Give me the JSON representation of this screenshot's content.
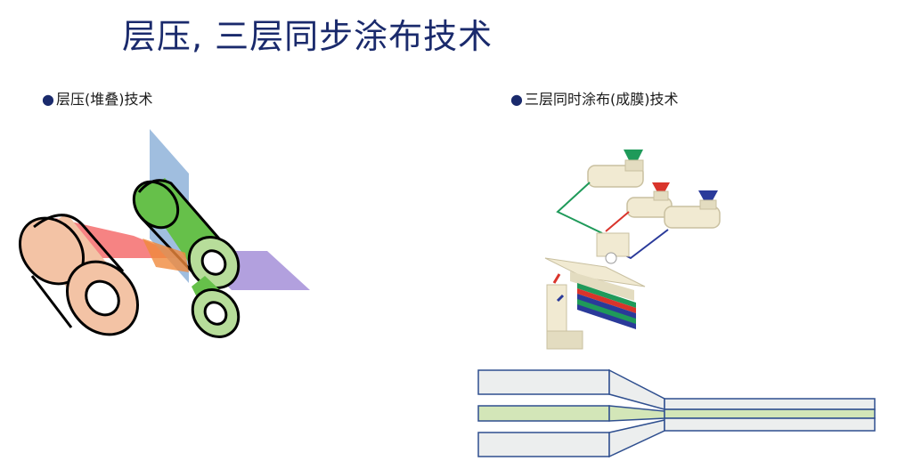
{
  "title": "层压, 三层同步涂布技术",
  "left_section": {
    "bullet": "●",
    "heading": "层压(堆叠)技术"
  },
  "right_section": {
    "bullet": "●",
    "heading": "三层同时涂布(成膜)技术"
  },
  "colors": {
    "title": "#1a2a6c",
    "roller_peach": "#f3c3a5",
    "roller_green": "#66c04a",
    "roller_green_light": "#b7dd9a",
    "sheet_red": "#f35a5a",
    "sheet_blue": "#8fb3d9",
    "sheet_purple": "#a48fd8",
    "layer_green": "#1f9a5a",
    "layer_red": "#d9342b",
    "layer_blue": "#2a3a9a",
    "stripe_green": "#d3e6b8",
    "stripe_gray": "#eceeee",
    "outline_blue": "#2f4f8f"
  }
}
